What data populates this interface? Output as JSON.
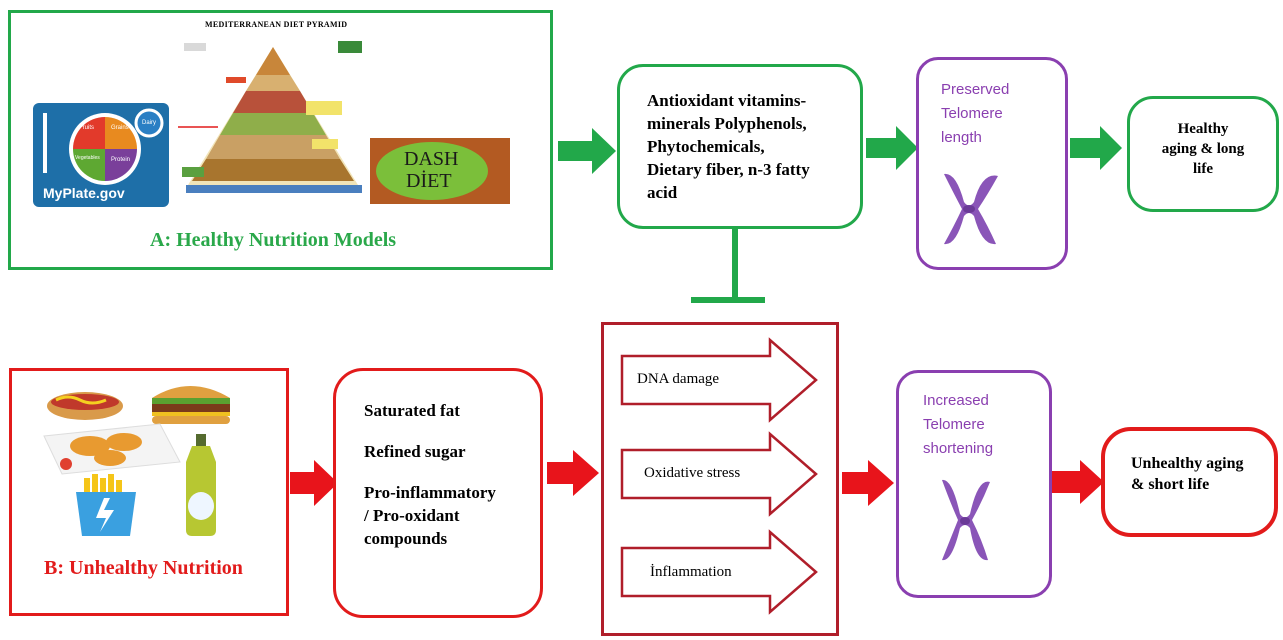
{
  "healthy": {
    "caption": "A:  Healthy Nutrition Models",
    "pyramid_title": "MEDITERRANEAN DIET PYRAMID",
    "myplate_label": "MyPlate.gov",
    "plate_sections": [
      "Fruits",
      "Grains",
      "Vegetables",
      "Protein",
      "Dairy"
    ],
    "dash_lines": [
      "DASH",
      "DİET"
    ],
    "nutrients_lines": [
      "Antioxidant vitamins-",
      "minerals Polyphenols,",
      "Phytochemicals,",
      "Dietary fiber,  n-3 fatty",
      "acid"
    ],
    "telomere_lines": [
      "Preserved",
      "Telomere",
      "length"
    ],
    "outcome_lines": [
      "Healthy",
      "aging & long",
      "life"
    ]
  },
  "unhealthy": {
    "caption": "B: Unhealthy Nutrition",
    "compounds": [
      "Saturated fat",
      "Refined sugar",
      "Pro-inflammatory",
      "/ Pro-oxidant",
      "compounds"
    ],
    "mechanisms": [
      "DNA damage",
      "Oxidative stress",
      "İnflammation"
    ],
    "telomere_lines": [
      "Increased",
      "Telomere",
      "shortening"
    ],
    "outcome_lines": [
      "Unhealthy aging",
      "& short life"
    ]
  },
  "colors": {
    "green": "#22a84a",
    "red": "#e21b1b",
    "purple": "#8a3fb0",
    "dark_red": "#b01e2a",
    "chromosome": "#8a55b8"
  }
}
